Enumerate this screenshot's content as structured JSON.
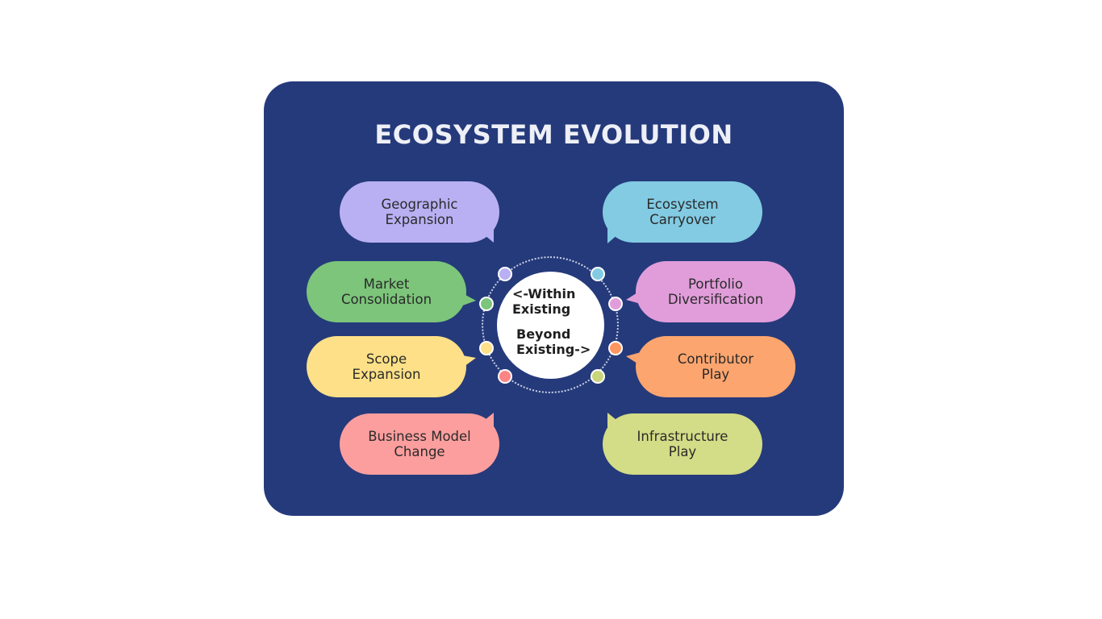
{
  "diagram": {
    "title": "ECOSYSTEM EVOLUTION",
    "background_color": "#253a7b",
    "center": {
      "line1": "<-Within\nExisting",
      "line2": "Beyond\nExisting->"
    },
    "left_items": [
      {
        "label": "Geographic\nExpansion",
        "color": "#b9b0f3"
      },
      {
        "label": "Market\nConsolidation",
        "color": "#7cc57a"
      },
      {
        "label": "Scope\nExpansion",
        "color": "#fde087"
      },
      {
        "label": "Business Model\nChange",
        "color": "#fd9e9e"
      }
    ],
    "right_items": [
      {
        "label": "Ecosystem\nCarryover",
        "color": "#82cbe3"
      },
      {
        "label": "Portfolio\nDiversification",
        "color": "#e19dda"
      },
      {
        "label": "Contributor\nPlay",
        "color": "#fda56e"
      },
      {
        "label": "Infrastructure\nPlay",
        "color": "#d3dc86"
      }
    ],
    "dots": [
      {
        "position": "top-left",
        "color": "#b9b0f3"
      },
      {
        "position": "upper-left",
        "color": "#7cc57a"
      },
      {
        "position": "lower-left",
        "color": "#fde087"
      },
      {
        "position": "bottom-left",
        "color": "#fd8585"
      },
      {
        "position": "top-right",
        "color": "#82cbe3"
      },
      {
        "position": "upper-right",
        "color": "#e19dda"
      },
      {
        "position": "lower-right",
        "color": "#fd9560"
      },
      {
        "position": "bottom-right",
        "color": "#c8d57a"
      }
    ]
  }
}
